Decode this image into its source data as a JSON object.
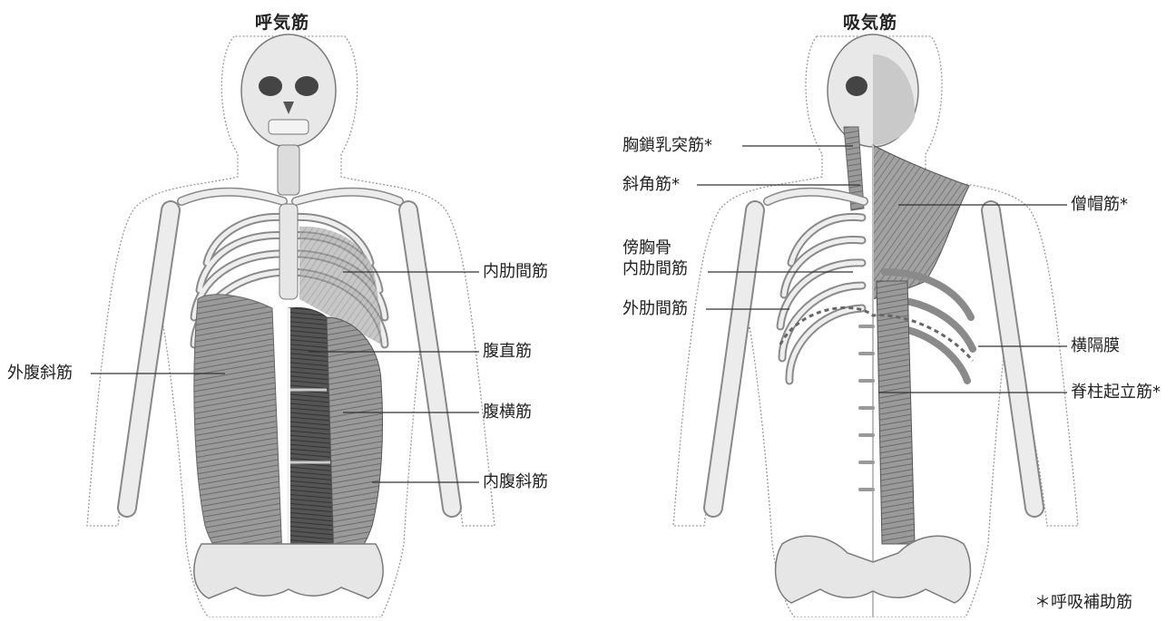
{
  "titles": {
    "expiratory": "呼気筋",
    "inspiratory": "吸気筋"
  },
  "expiratory_labels": {
    "internal_intercostal": "内肋間筋",
    "rectus_abdominis": "腹直筋",
    "transversus_abdominis": "腹横筋",
    "internal_oblique": "内腹斜筋",
    "external_oblique": "外腹斜筋"
  },
  "inspiratory_labels": {
    "sternocleidomastoid": "胸鎖乳突筋*",
    "scalene": "斜角筋*",
    "parasternal_line1": "傍胸骨",
    "parasternal_line2": "内肋間筋",
    "external_intercostal": "外肋間筋",
    "trapezius": "僧帽筋*",
    "diaphragm": "横隔膜",
    "erector_spinae": "脊柱起立筋*"
  },
  "footnote": "＊呼吸補助筋",
  "colors": {
    "bone": "#e8e8e8",
    "bone_stroke": "#7a7a7a",
    "muscle": "#8a8a8a",
    "muscle_dark": "#5a5a5a",
    "leader": "#333333",
    "body_outline": "#9a9a9a"
  }
}
